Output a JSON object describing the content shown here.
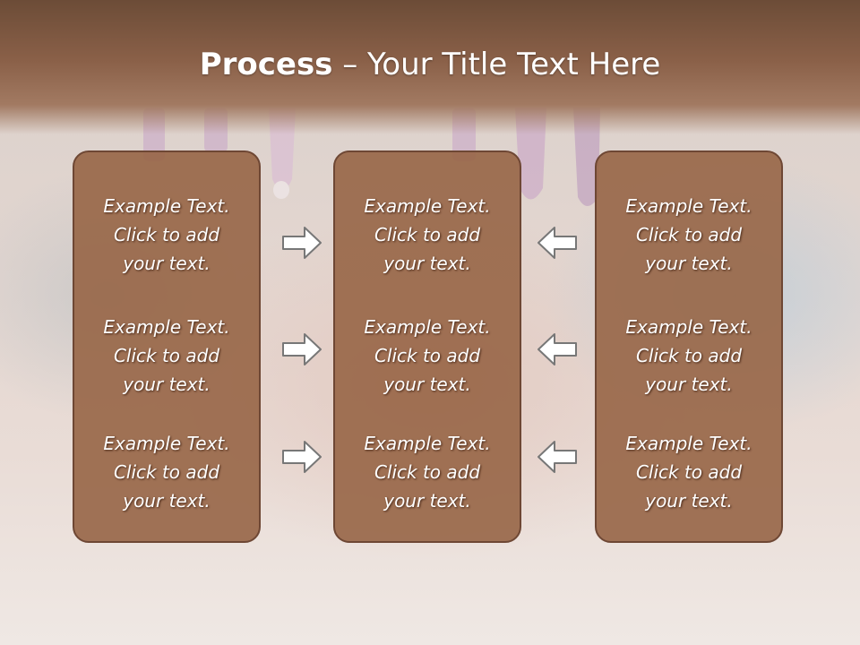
{
  "title": {
    "bold": "Process",
    "rest": " – Your Title Text Here"
  },
  "boxes": [
    {
      "items": [
        [
          "Example Text.",
          "Click  to add",
          "your text."
        ],
        [
          "Example Text.",
          "Click  to add",
          "your text."
        ],
        [
          "Example Text.",
          "Click  to add",
          "your text."
        ]
      ]
    },
    {
      "items": [
        [
          "Example Text.",
          "Click  to add",
          "your text."
        ],
        [
          "Example Text.",
          "Click  to add",
          "your text."
        ],
        [
          "Example Text.",
          "Click  to add",
          "your text."
        ]
      ]
    },
    {
      "items": [
        [
          "Example Text.",
          "Click  to add",
          "your text."
        ],
        [
          "Example Text.",
          "Click  to add",
          "your text."
        ],
        [
          "Example Text.",
          "Click  to add",
          "your text."
        ]
      ]
    }
  ],
  "colors": {
    "header": "#8a6048",
    "box": "#976546",
    "box_border": "#6e4734",
    "arrow_fill": "#ffffff",
    "arrow_stroke": "#777777"
  }
}
